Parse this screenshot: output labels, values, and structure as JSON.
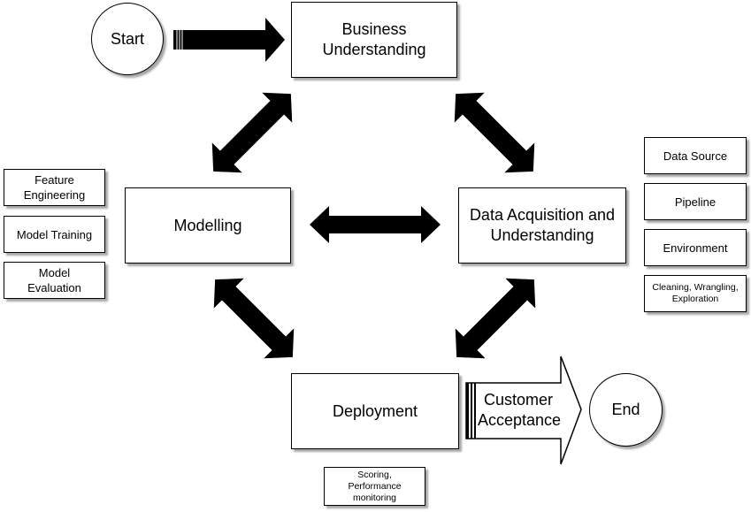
{
  "start": {
    "label": "Start"
  },
  "end": {
    "label": "End"
  },
  "business": {
    "line1": "Business",
    "line2": "Understanding"
  },
  "modelling": {
    "label": "Modelling"
  },
  "data_acq": {
    "line1": "Data Acquisition and",
    "line2": "Understanding"
  },
  "deployment": {
    "label": "Deployment"
  },
  "customer": {
    "line1": "Customer",
    "line2": "Acceptance"
  },
  "left_tasks": [
    {
      "line1": "Feature",
      "line2": "Engineering"
    },
    {
      "line1": "Model Training",
      "line2": ""
    },
    {
      "line1": "Model",
      "line2": "Evaluation"
    }
  ],
  "right_tasks": [
    {
      "line1": "Data Source",
      "line2": ""
    },
    {
      "line1": "Pipeline",
      "line2": ""
    },
    {
      "line1": "Environment",
      "line2": ""
    },
    {
      "line1": "Cleaning, Wrangling,",
      "line2": "Exploration"
    }
  ],
  "deploy_task": {
    "line1": "Scoring,",
    "line2": "Performance",
    "line3": "monitoring"
  },
  "colors": {
    "arrow_fill": "#000000",
    "box_border": "#000000",
    "background": "#ffffff"
  }
}
